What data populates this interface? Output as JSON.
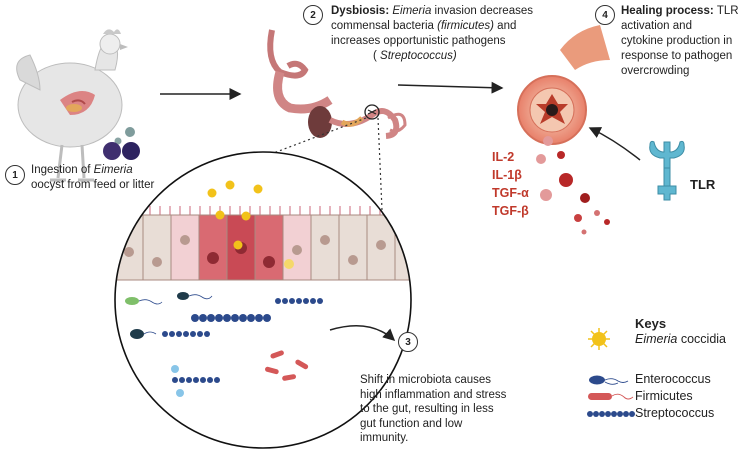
{
  "step1": {
    "num": "1",
    "text1": "Ingestion of ",
    "text1_em": "Eimeria",
    "text2": "oocyst from feed or litter"
  },
  "step2": {
    "num": "2",
    "bold": "Dysbiosis: ",
    "em1": "Eimeria",
    "t1": " invasion decreases",
    "t2": "commensal bacteria ",
    "em2": "(firmicutes)",
    "t3": " and",
    "t4": "increases opportunistic pathogens",
    "t5": "( ",
    "em3": "Streptococcus)"
  },
  "step3": {
    "num": "3",
    "lines": [
      "Shift in microbiota causes",
      "high inflammation and stress",
      "to the gut, resulting in less",
      "gut function and low",
      "immunity."
    ]
  },
  "step4": {
    "num": "4",
    "bold": "Healing process: ",
    "t1": "TLR",
    "lines": [
      "activation and",
      "cytokine production in",
      "response to pathogen",
      "overcrowding"
    ]
  },
  "cytokines": [
    "IL-2",
    "IL-1β",
    "TGF-α",
    "TGF-β"
  ],
  "tlr_label": "TLR",
  "keys": {
    "title": "Keys",
    "eimeria_em": "Eimeria",
    "eimeria_rest": " coccidia",
    "enterococcus": "Enterococcus",
    "firmicutes": "Firmicutes",
    "streptococcus": "Streptococcus"
  },
  "colors": {
    "cytokine": "#c0392b",
    "tlr": "#5fb7d0",
    "bacteria_blue": "#2c4a8c",
    "firmicute_red": "#d45858",
    "eimeria_yellow": "#f2c21a"
  }
}
